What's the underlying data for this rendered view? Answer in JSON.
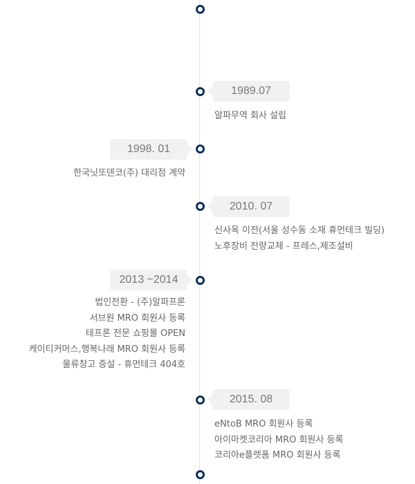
{
  "colors": {
    "dot": "#0c2f5f",
    "badge": "#f1f1f1",
    "text": "#666666"
  },
  "timeline": [
    {
      "date": "1989.07",
      "side": "right",
      "items": [
        "알파무역 회사 설립"
      ]
    },
    {
      "date": "1998. 01",
      "side": "left",
      "items": [
        "한국닛또덴코(주) 대리점 계약"
      ]
    },
    {
      "date": "2010. 07",
      "side": "right",
      "items": [
        "신사옥 이전(서울 성수동 소재 휴먼테크 빌딩)",
        "노후장비 전량교체 - 프레스,제조설비"
      ]
    },
    {
      "date": "2013 ~2014",
      "side": "left",
      "items": [
        "법인전환 - (주)알파프론",
        "서브원 MRO 회원사 등록",
        "테프론 전문 쇼핑몰 OPEN",
        "케이티커머스,행복나래 MRO 회원사 등록",
        "물류창고 증설 - 휴먼테크 404호"
      ]
    },
    {
      "date": "2015. 08",
      "side": "right",
      "items": [
        "eNtoB MRO 회원사 등록",
        "아이마켓코리아 MRO 회원사 등록",
        "코리아e플렛폼 MRO 회원사 등록"
      ]
    }
  ]
}
